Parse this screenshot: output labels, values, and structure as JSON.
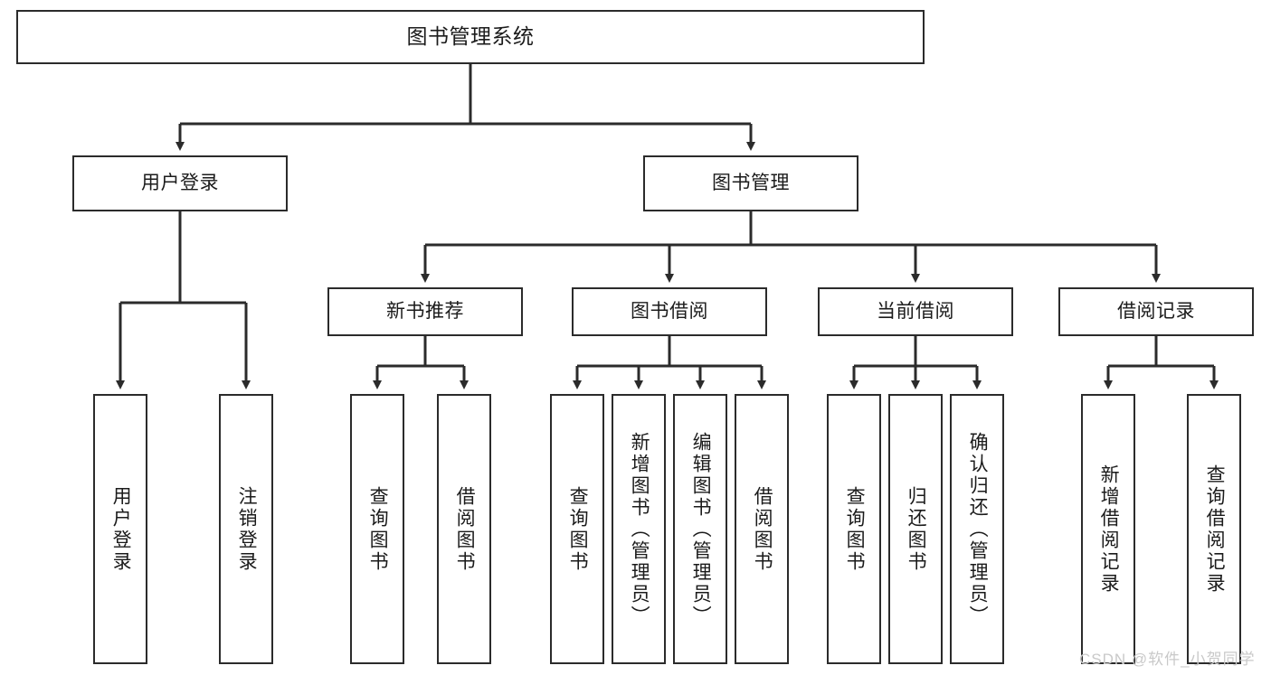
{
  "diagram": {
    "title": "图书管理系统",
    "type": "tree-hierarchy-diagram",
    "root": {
      "id": "root",
      "label": "图书管理系统"
    },
    "level2": [
      {
        "id": "user-login",
        "label": "用户登录"
      },
      {
        "id": "book-manage",
        "label": "图书管理"
      }
    ],
    "level3": [
      {
        "id": "new-book-rec",
        "label": "新书推荐"
      },
      {
        "id": "book-borrow",
        "label": "图书借阅"
      },
      {
        "id": "current-borrow",
        "label": "当前借阅"
      },
      {
        "id": "borrow-record",
        "label": "借阅记录"
      }
    ],
    "leaves": [
      {
        "id": "leaf-user-login",
        "label": "用户登录",
        "parent": "user-login"
      },
      {
        "id": "leaf-logout-login",
        "label": "注销登录",
        "parent": "user-login"
      },
      {
        "id": "leaf-query-book-1",
        "label": "查询图书",
        "parent": "new-book-rec"
      },
      {
        "id": "leaf-borrow-book-1",
        "label": "借阅图书",
        "parent": "new-book-rec"
      },
      {
        "id": "leaf-query-book-2",
        "label": "查询图书",
        "parent": "book-borrow"
      },
      {
        "id": "leaf-add-book",
        "label": "新增图书（管理员）",
        "parent": "book-borrow"
      },
      {
        "id": "leaf-edit-book",
        "label": "编辑图书（管理员）",
        "parent": "book-borrow"
      },
      {
        "id": "leaf-borrow-book-2",
        "label": "借阅图书",
        "parent": "book-borrow"
      },
      {
        "id": "leaf-query-book-3",
        "label": "查询图书",
        "parent": "current-borrow"
      },
      {
        "id": "leaf-return-book",
        "label": "归还图书",
        "parent": "current-borrow"
      },
      {
        "id": "leaf-confirm-return",
        "label": "确认归还（管理员）",
        "parent": "current-borrow"
      },
      {
        "id": "leaf-add-record",
        "label": "新增借阅记录",
        "parent": "borrow-record"
      },
      {
        "id": "leaf-query-record",
        "label": "查询借阅记录",
        "parent": "borrow-record"
      }
    ],
    "watermark": "CSDN @软件_小贺同学",
    "colors": {
      "stroke": "#2b2b2b",
      "fill": "#ffffff",
      "text": "#1b1b1b",
      "watermark": "#c9c9c9"
    }
  }
}
